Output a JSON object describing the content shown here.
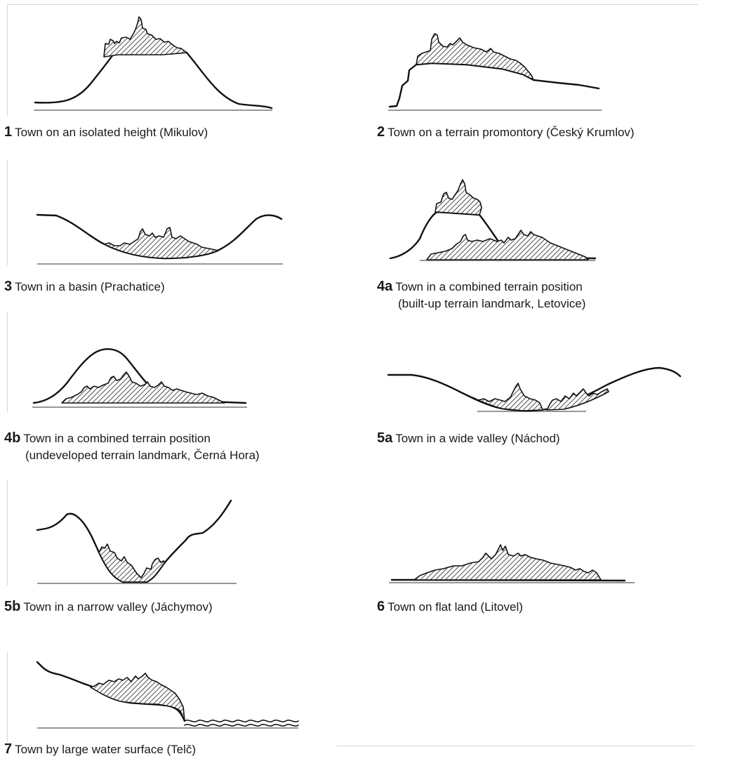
{
  "figures": [
    {
      "id": "1",
      "num": "1",
      "text": "Town on an isolated height (Mikulov)",
      "line2": ""
    },
    {
      "id": "2",
      "num": "2",
      "text": "Town on a terrain promontory (Český Krumlov)",
      "line2": ""
    },
    {
      "id": "3",
      "num": "3",
      "text": "Town in a basin (Prachatice)",
      "line2": ""
    },
    {
      "id": "4a",
      "num": "4a",
      "text": "Town in a combined terrain position",
      "line2": "(built-up terrain landmark, Letovice)"
    },
    {
      "id": "4b",
      "num": "4b",
      "text": "Town in a combined terrain position",
      "line2": "(undeveloped terrain landmark, Černá Hora)"
    },
    {
      "id": "5a",
      "num": "5a",
      "text": "Town in a wide valley (Náchod)",
      "line2": ""
    },
    {
      "id": "5b",
      "num": "5b",
      "text": "Town in a narrow valley (Jáchymov)",
      "line2": ""
    },
    {
      "id": "6",
      "num": "6",
      "text": "Town on flat land (Litovel)",
      "line2": ""
    },
    {
      "id": "7",
      "num": "7",
      "text": "Town by large water surface (Telč)",
      "line2": ""
    }
  ]
}
